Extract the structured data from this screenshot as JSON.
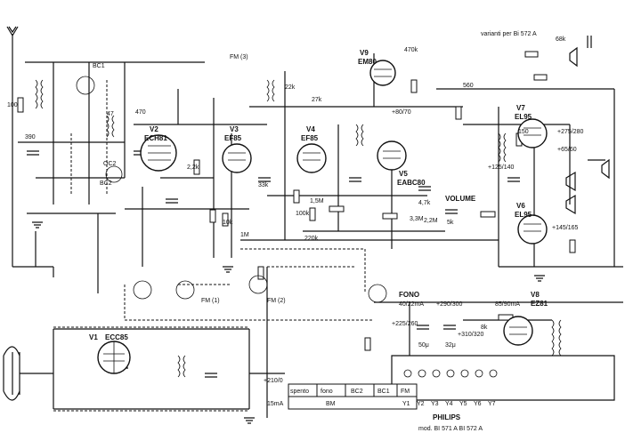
{
  "valves": [
    {
      "id": "V1",
      "type": "ECC85"
    },
    {
      "id": "V2",
      "type": "ECH81"
    },
    {
      "id": "V3",
      "type": "EF85"
    },
    {
      "id": "V4",
      "type": "EF85"
    },
    {
      "id": "V5",
      "type": "EABC80"
    },
    {
      "id": "V6",
      "type": "EL95"
    },
    {
      "id": "V7",
      "type": "EL95"
    },
    {
      "id": "V8",
      "type": "EZ81"
    },
    {
      "id": "V9",
      "type": "EM80"
    }
  ],
  "component_values": [
    "100",
    "47",
    "470",
    "10k",
    "22k",
    "1M",
    "2,2k",
    "4,7k",
    "68k",
    "150",
    "33k",
    "390",
    "1,5M",
    "220k",
    "100k",
    "5k",
    "3,3M",
    "50μ",
    "32μ",
    "2,2M",
    "560",
    "8k",
    "27k",
    "470k"
  ],
  "voltages": [
    "+80/70",
    "+225/260",
    "+125/140",
    "+210/0",
    "+290/300",
    "+310/320",
    "+145/165",
    "+275/280",
    "+65/60"
  ],
  "currents": [
    "15mA",
    "85/90mA",
    "40/22mA"
  ],
  "switch_labels": [
    "BC1",
    "BC2",
    "FM (3)",
    "FM (1)",
    "FM (2)",
    "OC2"
  ],
  "band_table": {
    "headers": [
      "spento",
      "fono",
      "BC2",
      "BC1",
      "FM"
    ],
    "footer": "BM"
  },
  "variants_note": "varianti per Bi 572 A",
  "volume_label": "VOLUME",
  "fono_label": "FONO",
  "pilot_lamps": [
    "Y1",
    "Y2",
    "Y3",
    "Y4",
    "Y5",
    "Y6",
    "Y7"
  ],
  "manufacturer": "PHILIPS",
  "model": "mod. BI 571 A   BI 572 A",
  "colors": {
    "ink": "#111111",
    "paper": "#ffffff"
  }
}
